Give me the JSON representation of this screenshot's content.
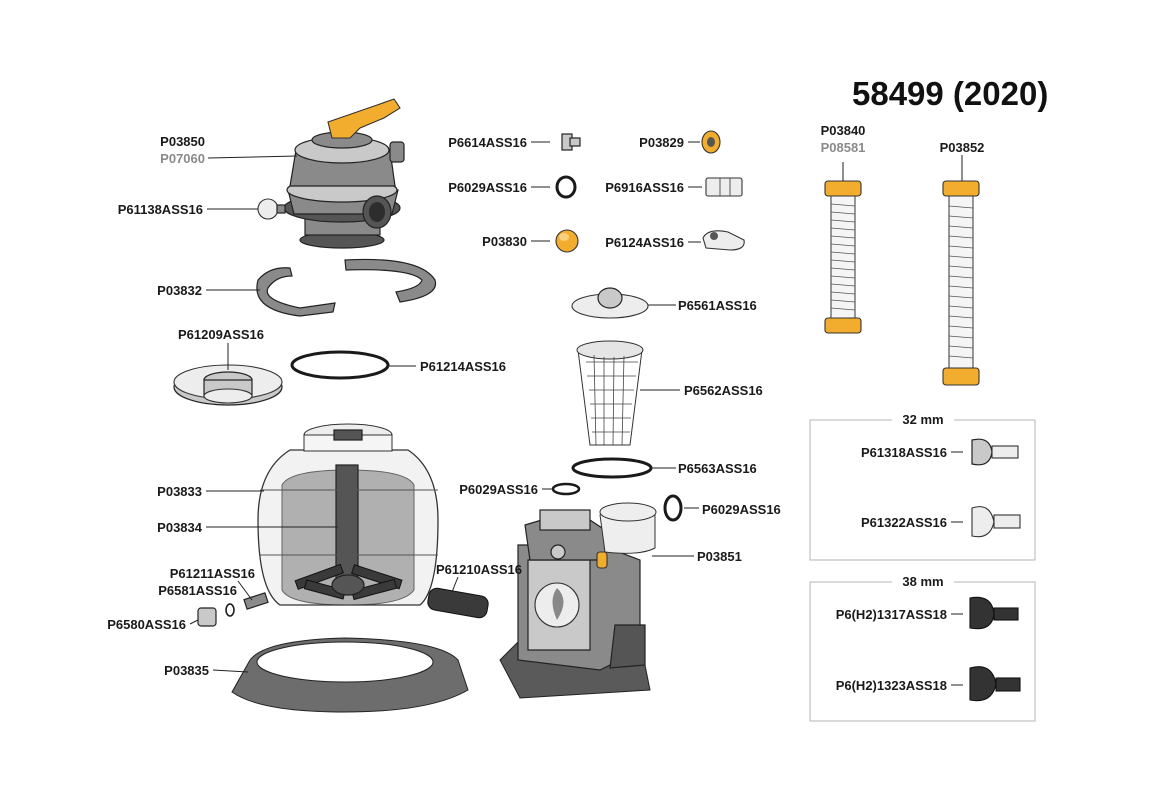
{
  "title": "58499 (2020)",
  "colors": {
    "accent_gold": "#f2ad2e",
    "part_dark": "#555555",
    "part_light": "#c9c9c9",
    "alt_code_gray": "#8a8a8a"
  },
  "parts": {
    "p03850": "P03850",
    "p07060": "P07060",
    "p61138": "P61138ASS16",
    "p03832": "P03832",
    "p61209": "P61209ASS16",
    "p61214": "P61214ASS16",
    "p03833": "P03833",
    "p03834": "P03834",
    "p61211": "P61211ASS16",
    "p6581": "P6581ASS16",
    "p6580": "P6580ASS16",
    "p03835": "P03835",
    "p6614": "P6614ASS16",
    "p6029_a": "P6029ASS16",
    "p03830": "P03830",
    "p03829": "P03829",
    "p6916": "P6916ASS16",
    "p6124": "P6124ASS16",
    "p6561": "P6561ASS16",
    "p6562": "P6562ASS16",
    "p6563": "P6563ASS16",
    "p6029_b": "P6029ASS16",
    "p6029_c": "P6029ASS16",
    "p61210": "P61210ASS16",
    "p03851": "P03851",
    "p03840": "P03840",
    "p08581": "P08581",
    "p03852": "P03852"
  },
  "box32": {
    "heading": "32 mm",
    "item1": "P61318ASS16",
    "item2": "P61322ASS16"
  },
  "box38": {
    "heading": "38 mm",
    "item1": "P6(H2)1317ASS18",
    "item2": "P6(H2)1323ASS18"
  }
}
